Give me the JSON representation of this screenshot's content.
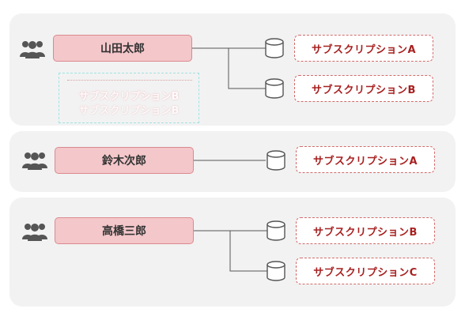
{
  "groups": [
    {
      "user": "山田太郎",
      "subscriptions": [
        "サブスクリプションA",
        "サブスクリプションB"
      ]
    },
    {
      "user": "鈴木次郎",
      "subscriptions": [
        "サブスクリプションA"
      ]
    },
    {
      "user": "高橋三郎",
      "subscriptions": [
        "サブスクリプションB",
        "サブスクリプションC"
      ]
    }
  ],
  "ghost_label": "サブスクリプションB",
  "colors": {
    "panel": "#f2f2f2",
    "user_fill": "#f4c7ca",
    "user_border": "#d98a8f",
    "sub_border": "#d36a6a",
    "sub_text": "#a82020",
    "icon": "#555555"
  },
  "icons": {
    "group": "users-group-icon",
    "db": "database-icon"
  }
}
